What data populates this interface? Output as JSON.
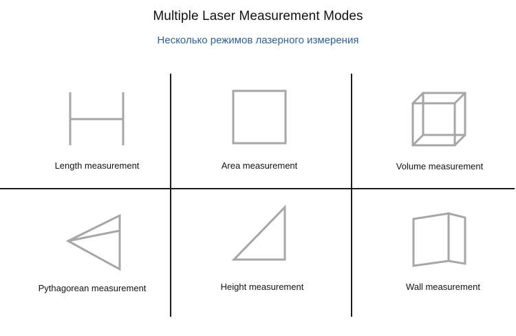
{
  "header": {
    "title": "Multiple Laser Measurement Modes",
    "subtitle": "Несколько режимов лазерного измерения"
  },
  "modes": [
    {
      "label": "Length measurement",
      "icon": "length-icon"
    },
    {
      "label": "Area measurement",
      "icon": "area-icon"
    },
    {
      "label": "Volume measurement",
      "icon": "volume-icon"
    },
    {
      "label": "Pythagorean measurement",
      "icon": "pythagorean-icon"
    },
    {
      "label": "Height measurement",
      "icon": "height-icon"
    },
    {
      "label": "Wall measurement",
      "icon": "wall-icon"
    }
  ],
  "colors": {
    "icon_stroke": "#a6a6a6",
    "subtitle": "#2f5f8f",
    "grid": "#1a1a1a"
  }
}
